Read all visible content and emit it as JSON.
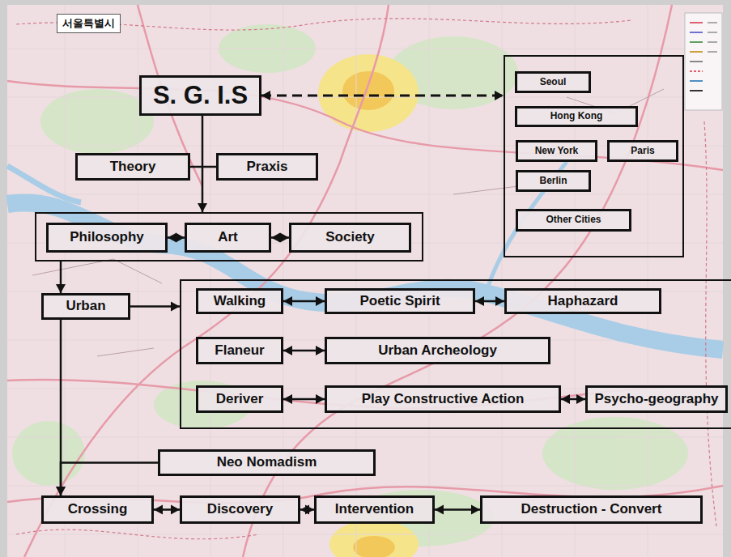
{
  "diagram": {
    "nodes": [
      {
        "text": [
          "S. G. I.S"
        ]
      },
      {
        "text": []
      },
      {
        "text": [
          "Seoul"
        ],
        "in": 1
      },
      {
        "text": [
          "Hong Kong"
        ],
        "in": 1
      },
      {
        "text": [
          "New York"
        ],
        "in": 1
      },
      {
        "text": [
          "Paris"
        ],
        "in": 1
      },
      {
        "text": [
          "Berlin"
        ],
        "in": 1
      },
      {
        "text": [
          "Other Cities"
        ],
        "in": 1
      },
      {
        "text": [
          "Theory"
        ]
      },
      {
        "text": [
          "Praxis"
        ]
      },
      {
        "text": []
      },
      {
        "text": [
          "Philosophy"
        ],
        "in": 10
      },
      {
        "text": [
          "Art"
        ],
        "in": 10
      },
      {
        "text": [
          "Society"
        ],
        "in": 10
      },
      {
        "text": [
          "Urban"
        ]
      },
      {
        "text": []
      },
      {
        "text": [
          "Walking"
        ],
        "in": 15
      },
      {
        "text": [
          "Poetic Spirit"
        ],
        "in": 15
      },
      {
        "text": [
          "Haphazard"
        ],
        "in": 15
      },
      {
        "text": [
          "Flaneur"
        ],
        "in": 15
      },
      {
        "text": [
          "Urban Archeology"
        ],
        "in": 15
      },
      {
        "text": [
          "Deriver"
        ],
        "in": 15
      },
      {
        "text": [
          "Play Constructive Action"
        ],
        "in": 15
      },
      {
        "text": [
          "Psycho-geography"
        ],
        "in": 15
      },
      {
        "text": [
          "Neo Nomadism"
        ]
      },
      {
        "text": [
          "Crossing"
        ]
      },
      {
        "text": [
          "Discovery"
        ]
      },
      {
        "text": [
          "Intervention"
        ]
      },
      {
        "text": [
          "Destruction - Convert"
        ]
      }
    ],
    "edges": [
      {
        "from": 0,
        "to": 1,
        "arrow": "both"
      },
      {
        "from": 0,
        "to": 10,
        "arrow": "to"
      },
      {
        "from": 8,
        "to": 9,
        "arrow": "none"
      },
      {
        "from": 11,
        "to": 12,
        "arrow": "both"
      },
      {
        "from": 12,
        "to": 13,
        "arrow": "both"
      },
      {
        "from": 10,
        "to": 14,
        "arrow": "to"
      },
      {
        "from": 14,
        "to": 15,
        "arrow": "to"
      },
      {
        "from": 16,
        "to": 17,
        "arrow": "both"
      },
      {
        "from": 17,
        "to": 18,
        "arrow": "both"
      },
      {
        "from": 19,
        "to": 20,
        "arrow": "both"
      },
      {
        "from": 21,
        "to": 22,
        "arrow": "both"
      },
      {
        "from": 22,
        "to": 23,
        "arrow": "both"
      },
      {
        "from": 14,
        "to": 25,
        "arrow": "to"
      },
      {
        "from": 24,
        "to": 25,
        "arrow": "to"
      },
      {
        "from": 25,
        "to": 26,
        "arrow": "both"
      },
      {
        "from": 26,
        "to": 27,
        "arrow": "both"
      },
      {
        "from": 27,
        "to": 28,
        "arrow": "both"
      }
    ],
    "labels": [
      "서울특별시"
    ]
  }
}
